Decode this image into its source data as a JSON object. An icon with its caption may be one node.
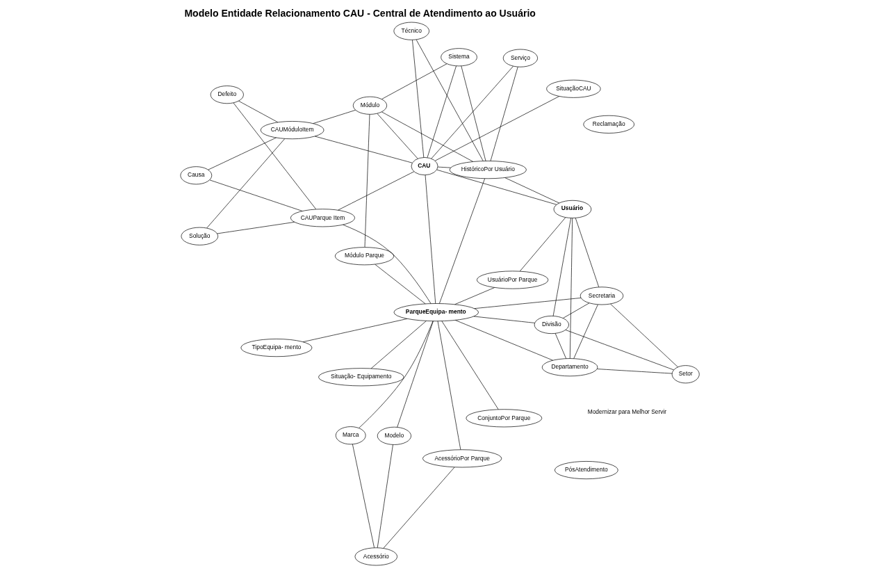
{
  "diagram": {
    "title": "Modelo Entidade Relacionamento CAU - Central de Atendimento ao Usuário",
    "nodes": [
      {
        "text": [
          "Módulo Parque"
        ]
      },
      {
        "text": [
          "Acessório"
        ]
      },
      {
        "text": [
          "Módulo"
        ]
      },
      {
        "text": [
          "Sistema"
        ]
      },
      {
        "text": [
          "AcessórioPor Parque"
        ]
      },
      {
        "text": [
          "Marca"
        ]
      },
      {
        "text": [
          "Modelo"
        ]
      },
      {
        "text": [
          "SituaçãoCAU"
        ]
      },
      {
        "text": [
          "CAUMóduloItem"
        ]
      },
      {
        "text": [
          "Situação- Equipamento"
        ]
      },
      {
        "text": [
          "CAU"
        ]
      },
      {
        "text": [
          "Solução"
        ]
      },
      {
        "text": [
          "Serviço"
        ]
      },
      {
        "text": [
          "Defeito"
        ]
      },
      {
        "text": [
          "Causa"
        ]
      },
      {
        "text": [
          "ParqueEquipa- mento"
        ]
      },
      {
        "text": [
          "ConjuntoPor Parque"
        ]
      },
      {
        "text": [
          "CAUParque Item"
        ]
      },
      {
        "text": [
          "TipoEquipa- mento"
        ]
      },
      {
        "text": [
          "Técnico"
        ]
      },
      {
        "text": [
          "HistóricoPor Usuário"
        ]
      },
      {
        "text": [
          "Setor"
        ]
      },
      {
        "text": [
          "UsuárioPor Parque"
        ]
      },
      {
        "text": [
          "Usuário"
        ]
      },
      {
        "text": [
          "Divisão"
        ]
      },
      {
        "text": [
          "Departamento"
        ]
      },
      {
        "text": [
          "Secretaria"
        ]
      },
      {
        "text": [
          "Reclamação"
        ]
      },
      {
        "text": [
          "PósAtendimento"
        ]
      }
    ],
    "edges": [
      {
        "from": 2,
        "to": 0,
        "arrow": "none"
      },
      {
        "from": 2,
        "to": 3,
        "arrow": "none"
      },
      {
        "from": 2,
        "to": 10,
        "arrow": "none"
      },
      {
        "from": 2,
        "to": 8,
        "arrow": "none"
      },
      {
        "from": 2,
        "to": 20,
        "arrow": "none"
      },
      {
        "from": 3,
        "to": 10,
        "arrow": "none"
      },
      {
        "from": 3,
        "to": 20,
        "arrow": "none"
      },
      {
        "from": 7,
        "to": 10,
        "arrow": "none"
      },
      {
        "from": 10,
        "to": 8,
        "arrow": "none"
      },
      {
        "from": 12,
        "to": 10,
        "arrow": "none"
      },
      {
        "from": 12,
        "to": 20,
        "arrow": "none"
      },
      {
        "from": 10,
        "to": 19,
        "arrow": "none"
      },
      {
        "from": 10,
        "to": 20,
        "arrow": "none"
      },
      {
        "from": 10,
        "to": 23,
        "arrow": "none"
      },
      {
        "from": 10,
        "to": 17,
        "arrow": "none"
      },
      {
        "from": 10,
        "to": 15,
        "arrow": "none"
      },
      {
        "from": 19,
        "to": 20,
        "arrow": "none"
      },
      {
        "from": 20,
        "to": 15,
        "arrow": "none"
      },
      {
        "from": 20,
        "to": 23,
        "arrow": "none"
      },
      {
        "from": 8,
        "to": 13,
        "arrow": "none"
      },
      {
        "from": 8,
        "to": 14,
        "arrow": "none"
      },
      {
        "from": 8,
        "to": 11,
        "arrow": "none"
      },
      {
        "from": 13,
        "to": 17,
        "arrow": "none"
      },
      {
        "from": 14,
        "to": 17,
        "arrow": "none"
      },
      {
        "from": 11,
        "to": 17,
        "arrow": "none"
      },
      {
        "from": 17,
        "to": 15,
        "arrow": "none"
      },
      {
        "from": 0,
        "to": 15,
        "arrow": "none"
      },
      {
        "from": 1,
        "to": 5,
        "arrow": "none"
      },
      {
        "from": 1,
        "to": 6,
        "arrow": "none"
      },
      {
        "from": 1,
        "to": 4,
        "arrow": "none"
      },
      {
        "from": 5,
        "to": 15,
        "arrow": "none"
      },
      {
        "from": 6,
        "to": 15,
        "arrow": "none"
      },
      {
        "from": 4,
        "to": 15,
        "arrow": "none"
      },
      {
        "from": 9,
        "to": 15,
        "arrow": "none"
      },
      {
        "from": 16,
        "to": 15,
        "arrow": "none"
      },
      {
        "from": 18,
        "to": 15,
        "arrow": "none"
      },
      {
        "from": 22,
        "to": 15,
        "arrow": "none"
      },
      {
        "from": 23,
        "to": 22,
        "arrow": "none"
      },
      {
        "from": 15,
        "to": 24,
        "arrow": "none"
      },
      {
        "from": 15,
        "to": 25,
        "arrow": "none"
      },
      {
        "from": 15,
        "to": 26,
        "arrow": "none"
      },
      {
        "from": 21,
        "to": 24,
        "arrow": "none"
      },
      {
        "from": 21,
        "to": 25,
        "arrow": "none"
      },
      {
        "from": 21,
        "to": 26,
        "arrow": "none"
      },
      {
        "from": 24,
        "to": 25,
        "arrow": "none"
      },
      {
        "from": 24,
        "to": 26,
        "arrow": "none"
      },
      {
        "from": 25,
        "to": 26,
        "arrow": "none"
      },
      {
        "from": 23,
        "to": 24,
        "arrow": "none"
      },
      {
        "from": 23,
        "to": 25,
        "arrow": "none"
      },
      {
        "from": 23,
        "to": 26,
        "arrow": "none"
      }
    ],
    "labels": [
      "Modernizar para Melhor Servir"
    ]
  }
}
